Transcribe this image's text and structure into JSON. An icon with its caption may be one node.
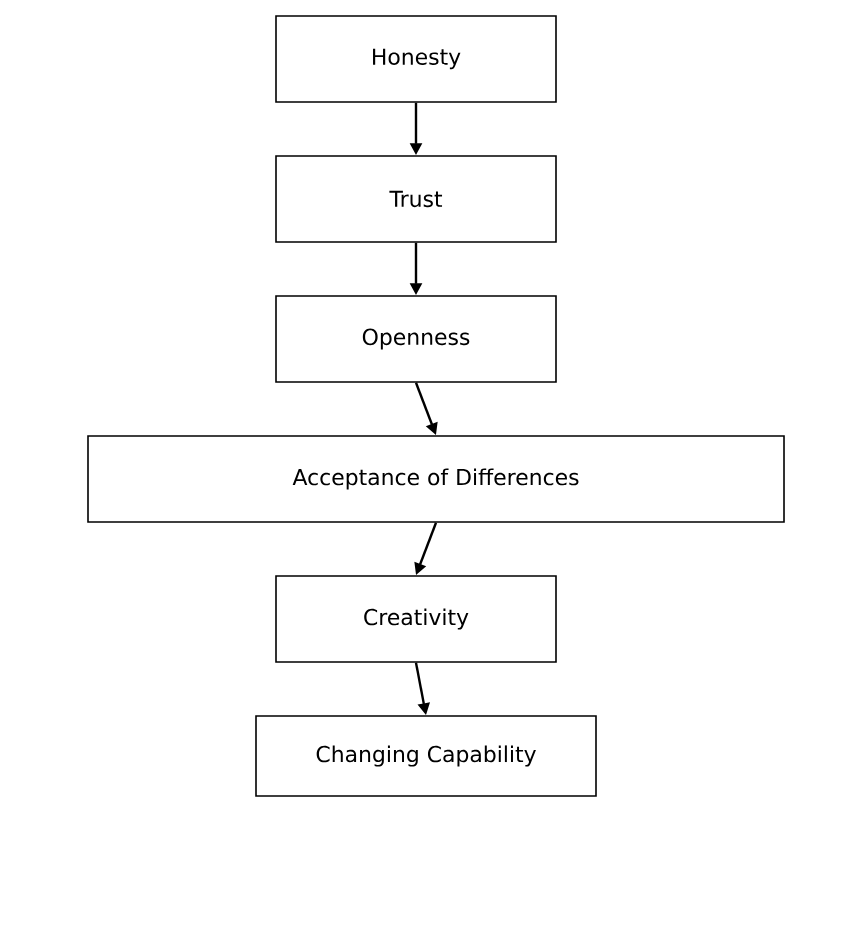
{
  "diagram": {
    "nodes": [
      {
        "text": [
          "Honesty"
        ]
      },
      {
        "text": [
          "Trust"
        ]
      },
      {
        "text": [
          "Openness"
        ]
      },
      {
        "text": [
          "Acceptance of Differences"
        ]
      },
      {
        "text": [
          "Creativity"
        ]
      },
      {
        "text": [
          "Changing Capability"
        ]
      }
    ],
    "edges": [
      {
        "from": 0,
        "to": 1,
        "arrow": "to"
      },
      {
        "from": 1,
        "to": 2,
        "arrow": "to"
      },
      {
        "from": 2,
        "to": 3,
        "arrow": "to"
      },
      {
        "from": 3,
        "to": 4,
        "arrow": "to"
      },
      {
        "from": 4,
        "to": 5,
        "arrow": "to"
      }
    ]
  }
}
